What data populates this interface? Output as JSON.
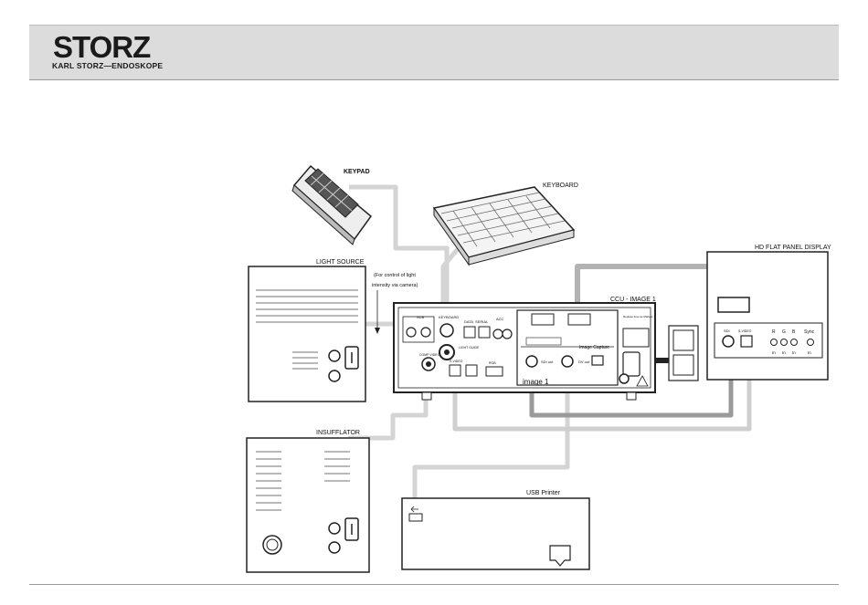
{
  "brand": {
    "logo": "STORZ",
    "sub": "KARL STORZ—ENDOSKOPE"
  },
  "labels": {
    "keypad": "KEYPAD",
    "keyboard": "KEYBOARD",
    "light_source": "LIGHT SOURCE",
    "light_note_1": "(For control of light",
    "light_note_2": "intensity via camera)",
    "insufflator": "INSUFFLATOR",
    "ccu": "CCU - IMAGE 1",
    "display": "HD FLAT PANEL DISPLAY",
    "usb_printer": "USB Printer",
    "scb": "SCB",
    "keyboard_port": "KEYBOARD",
    "data": "DATA",
    "serial": "SERIAL",
    "acc": "ACC",
    "comp_video": "COMP VIDEO",
    "light_guide": "LIGHT GUIDE",
    "s_video": "S-VIDEO",
    "rgb": "RGB",
    "image_capture": "Image Capture",
    "sdi_out": "SDI out",
    "dv_out": "DV out",
    "image1": "image 1",
    "replace_fuse": "Replace fuse as Marked",
    "sdi": "SDI",
    "s_video_in": "S-VIDEO",
    "r": "R",
    "g": "G",
    "b": "B",
    "sync": "Sync",
    "in": "In"
  }
}
